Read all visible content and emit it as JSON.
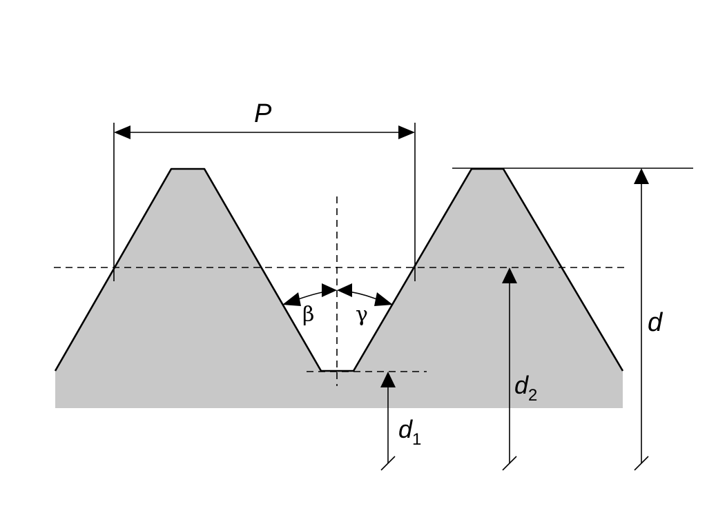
{
  "labels": {
    "pitch": "P",
    "major_diameter": "d",
    "pitch_diameter": "d",
    "pitch_diameter_sub": "2",
    "minor_diameter": "d",
    "minor_diameter_sub": "1",
    "angle_beta": "β",
    "angle_gamma": "γ"
  },
  "colors": {
    "thread_fill": "#c8c8c8",
    "line": "#000000",
    "background": "#ffffff"
  }
}
